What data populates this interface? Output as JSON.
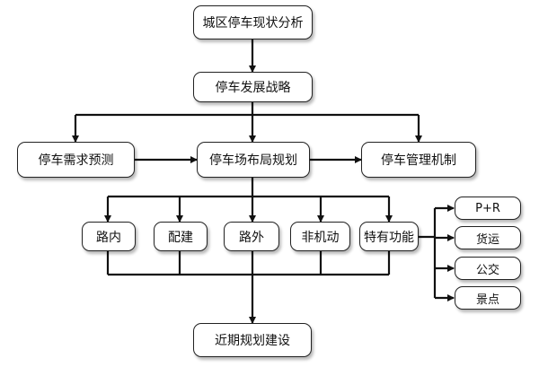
{
  "nodes": {
    "status_analysis": "城区停车现状分析",
    "strategy": "停车发展战略",
    "demand_forecast": "停车需求预测",
    "layout_plan": "停车场布局规划",
    "mgmt_mechanism": "停车管理机制",
    "on_road": "路内",
    "attached": "配建",
    "off_road": "路外",
    "non_motor": "非机动",
    "special_function": "特有功能",
    "p_and_r": "P+R",
    "freight": "货运",
    "bus": "公交",
    "scenic": "景点",
    "near_term": "近期规划建设"
  }
}
